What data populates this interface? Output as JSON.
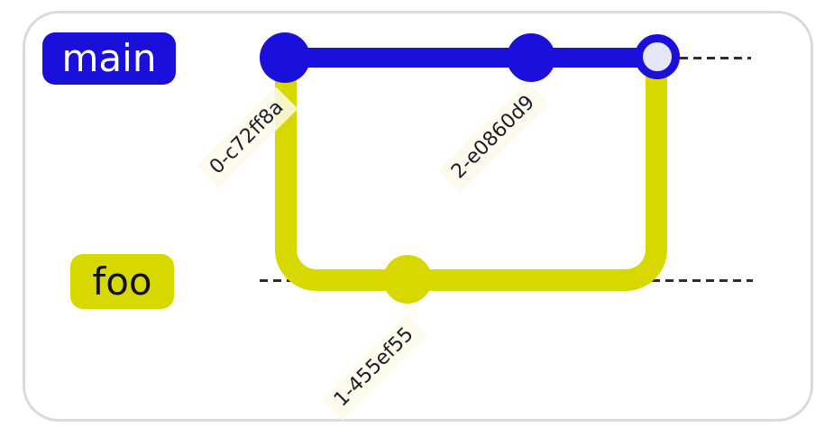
{
  "graph": {
    "type": "git-graph",
    "branches": [
      {
        "name": "main",
        "color": "#1b10db",
        "label_text_color": "#ffffff"
      },
      {
        "name": "foo",
        "color": "#d6d800",
        "label_text_color": "#101010"
      }
    ],
    "commits": [
      {
        "label": "0-c72ff8a",
        "branch": "main",
        "node_style": "filled"
      },
      {
        "label": "1-455ef55",
        "branch": "foo",
        "node_style": "filled"
      },
      {
        "label": "2-e0860d9",
        "branch": "main",
        "node_style": "filled"
      },
      {
        "label": "",
        "branch": "main",
        "node_style": "hollow-highlight"
      }
    ],
    "colors": {
      "main_branch": "#1b10db",
      "foo_branch": "#d6d800",
      "hollow_node_fill": "#e7e6f8",
      "commit_label_background": "#fcfaeb",
      "commit_label_text": "#1c1c28",
      "dotted_guide": "#2d2d2d",
      "frame_border": "#d8dbde",
      "background": "#ffffff"
    }
  }
}
